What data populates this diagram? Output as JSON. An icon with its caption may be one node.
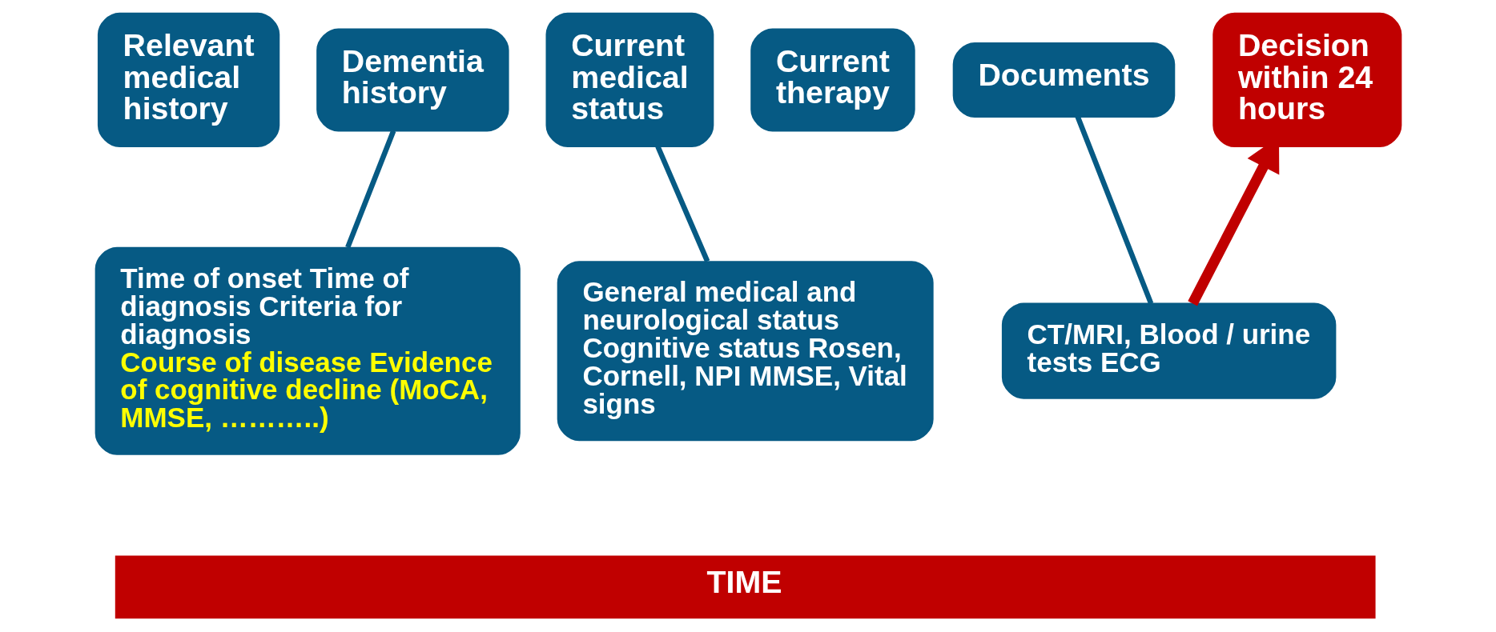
{
  "diagram": {
    "nodes": [
      {
        "text": [
          "Relevant medical history"
        ]
      },
      {
        "text": [
          "Dementia history"
        ]
      },
      {
        "text": [
          "Current medical status"
        ]
      },
      {
        "text": [
          "Current therapy"
        ]
      },
      {
        "text": [
          "Documents"
        ]
      },
      {
        "text": [
          "Decision within 24 hours"
        ]
      },
      {
        "text": [
          "Time of onset Time of diagnosis Criteria for diagnosis",
          "Course of disease Evidence of cognitive decline (MoCA, MMSE, ………..)"
        ]
      },
      {
        "text": [
          "General medical and neurological status Cognitive status Rosen, Cornell, NPI MMSE, Vital signs"
        ]
      },
      {
        "text": [
          "CT/MRI, Blood / urine tests ECG"
        ]
      }
    ],
    "edges": [
      {
        "from": 1,
        "to": 6,
        "arrow": "none"
      },
      {
        "from": 2,
        "to": 7,
        "arrow": "none"
      },
      {
        "from": 4,
        "to": 8,
        "arrow": "none"
      },
      {
        "from": 8,
        "to": 5,
        "arrow": "to",
        "style": "thick",
        "color": "#c00000"
      }
    ],
    "labels": [
      "TIME"
    ]
  }
}
